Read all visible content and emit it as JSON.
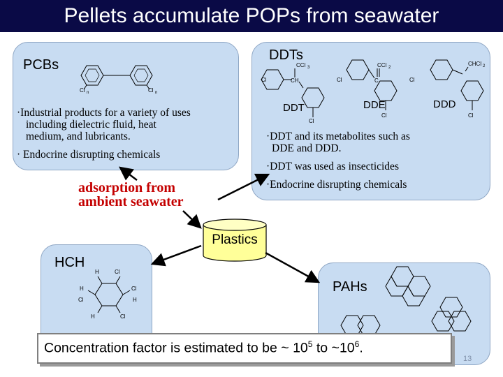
{
  "title": "Pellets accumulate POPs from seawater",
  "pcbs": {
    "label": "PCBs",
    "bullets": [
      "·Industrial products for a variety of uses",
      "including dielectric fluid, heat",
      "medium, and lubricants.",
      "· Endocrine disrupting chemicals"
    ],
    "structure": {
      "cl_left": "Cl",
      "n_left": "n",
      "cl_right": "Cl",
      "n_right": "n"
    }
  },
  "ddts": {
    "label": "DDTs",
    "compounds": [
      "DDT",
      "DDE",
      "DDD"
    ],
    "structure_labels": {
      "ccl3": "CCl",
      "ccl3_sub": "3",
      "ccl2": "CCl",
      "ccl2_sub": "2",
      "chcl2": "CHCl",
      "chcl2_sub": "2",
      "ch": "CH",
      "c": "C",
      "cl": "Cl"
    },
    "bullets": [
      "·DDT and its metabolites such as",
      "DDE and DDD.",
      "·DDT was used as insecticides",
      "·Endocrine disrupting chemicals"
    ]
  },
  "adsorption": {
    "line1": "adsorption from",
    "line2": "ambient seawater"
  },
  "plastics": "Plastics",
  "hch": {
    "label": "HCH",
    "structure_labels": {
      "h": "H",
      "cl": "Cl"
    }
  },
  "pahs": {
    "label": "PAHs"
  },
  "banner": {
    "prefix": "Concentration factor is estimated to be ~ 10",
    "exp1": "5",
    "middle": " to ~10",
    "exp2": "6",
    "suffix": "."
  },
  "page_number": "13",
  "colors": {
    "title_bg": "#0a0a46",
    "panel_fill": "#c8dcf2",
    "panel_border": "#8ea6c4",
    "accent_red": "#c40000",
    "cylinder_fill": "#ffff99"
  }
}
